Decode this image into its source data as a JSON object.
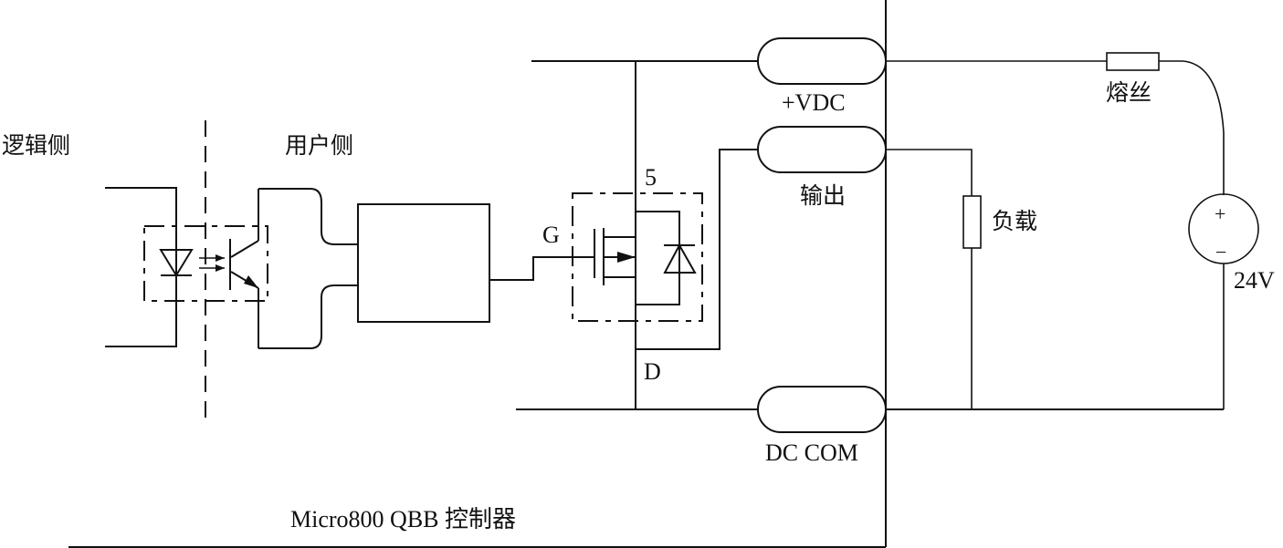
{
  "diagram": {
    "title": "Micro800 QBB 控制器",
    "labels": {
      "logic_side": "逻辑侧",
      "user_side": "用户侧",
      "gate": "G",
      "source": "5",
      "drain": "D",
      "vdc_terminal": "+VDC",
      "output_terminal": "输出",
      "dc_com_terminal": "DC COM",
      "fuse": "熔丝",
      "load": "负载",
      "supply_voltage": "24V",
      "plus_sign": "+",
      "minus_sign": "−"
    },
    "components": [
      {
        "id": "optocoupler",
        "type": "optocoupler"
      },
      {
        "id": "driver-block",
        "type": "logic-block"
      },
      {
        "id": "mosfet",
        "type": "n-mosfet-with-body-diode"
      },
      {
        "id": "terminal-vdc",
        "type": "terminal"
      },
      {
        "id": "terminal-output",
        "type": "terminal"
      },
      {
        "id": "terminal-dc-com",
        "type": "terminal"
      },
      {
        "id": "fuse",
        "type": "fuse"
      },
      {
        "id": "load",
        "type": "resistor"
      },
      {
        "id": "dc-source",
        "type": "voltage-source"
      }
    ],
    "colors": {
      "line": "#111111",
      "background": "#ffffff"
    }
  }
}
